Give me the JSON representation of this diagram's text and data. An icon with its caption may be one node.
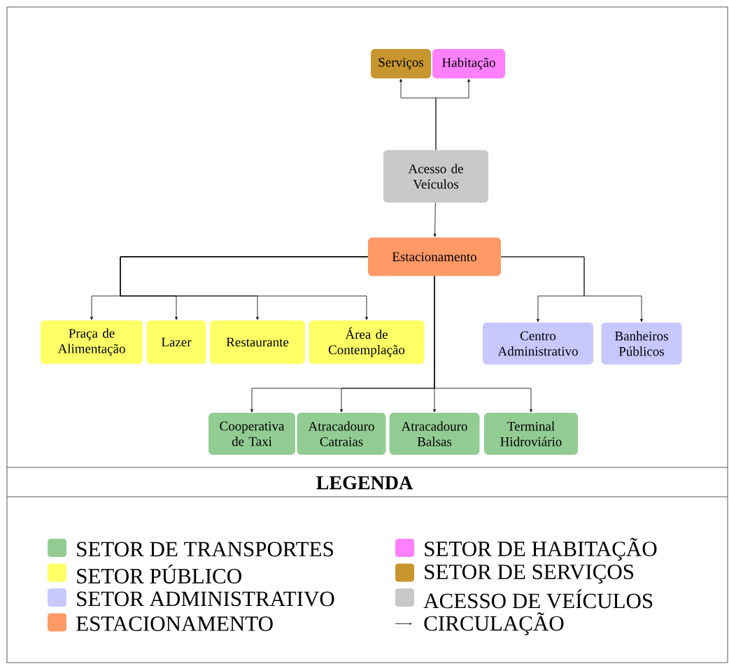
{
  "diagram": {
    "nodes": [
      {
        "text": [
          "Serviços"
        ]
      },
      {
        "text": [
          "Habitação"
        ]
      },
      {
        "text": [
          "Acesso de Veículos"
        ]
      },
      {
        "text": [
          "Estacionamento"
        ]
      },
      {
        "text": [
          "Praça de Alimentação"
        ]
      },
      {
        "text": [
          "Lazer"
        ]
      },
      {
        "text": [
          "Restaurante"
        ]
      },
      {
        "text": [
          "Área de Contemplação"
        ]
      },
      {
        "text": [
          "Centro Administrativo"
        ]
      },
      {
        "text": [
          "Banheiros Públicos"
        ]
      },
      {
        "text": [
          "Cooperativa de Taxi"
        ]
      },
      {
        "text": [
          "Atracadouro Catraias"
        ]
      },
      {
        "text": [
          "Atracadouro Balsas"
        ]
      },
      {
        "text": [
          "Terminal Hidroviário"
        ]
      }
    ],
    "edges": [
      {
        "from": 2,
        "to": 0,
        "arrow": "to"
      },
      {
        "from": 2,
        "to": 1,
        "arrow": "to"
      },
      {
        "from": 2,
        "to": 3,
        "arrow": "to"
      },
      {
        "from": 3,
        "to": 4,
        "arrow": "to"
      },
      {
        "from": 3,
        "to": 5,
        "arrow": "to"
      },
      {
        "from": 3,
        "to": 6,
        "arrow": "to"
      },
      {
        "from": 3,
        "to": 7,
        "arrow": "to"
      },
      {
        "from": 3,
        "to": 8,
        "arrow": "to"
      },
      {
        "from": 3,
        "to": 9,
        "arrow": "to"
      },
      {
        "from": 3,
        "to": 10,
        "arrow": "to"
      },
      {
        "from": 3,
        "to": 11,
        "arrow": "to"
      },
      {
        "from": 3,
        "to": 12,
        "arrow": "to"
      },
      {
        "from": 3,
        "to": 13,
        "arrow": "to"
      }
    ],
    "labels": [
      "LEGENDA"
    ],
    "legend": [
      {
        "text": "SETOR DE TRANSPORTES",
        "color": "#93cc93"
      },
      {
        "text": "SETOR PÚBLICO",
        "color": "#ffff66"
      },
      {
        "text": "SETOR ADMINISTRATIVO",
        "color": "#c8c8ff"
      },
      {
        "text": "ESTACIONAMENTO",
        "color": "#ff9966"
      },
      {
        "text": "SETOR DE HABITAÇÃO",
        "color": "#ff80ff"
      },
      {
        "text": "SETOR DE SERVIÇOS",
        "color": "#c8962f"
      },
      {
        "text": "ACESSO DE VEÍCULOS",
        "color": "#c8c8c8"
      },
      {
        "text": "CIRCULAÇÃO"
      }
    ]
  }
}
